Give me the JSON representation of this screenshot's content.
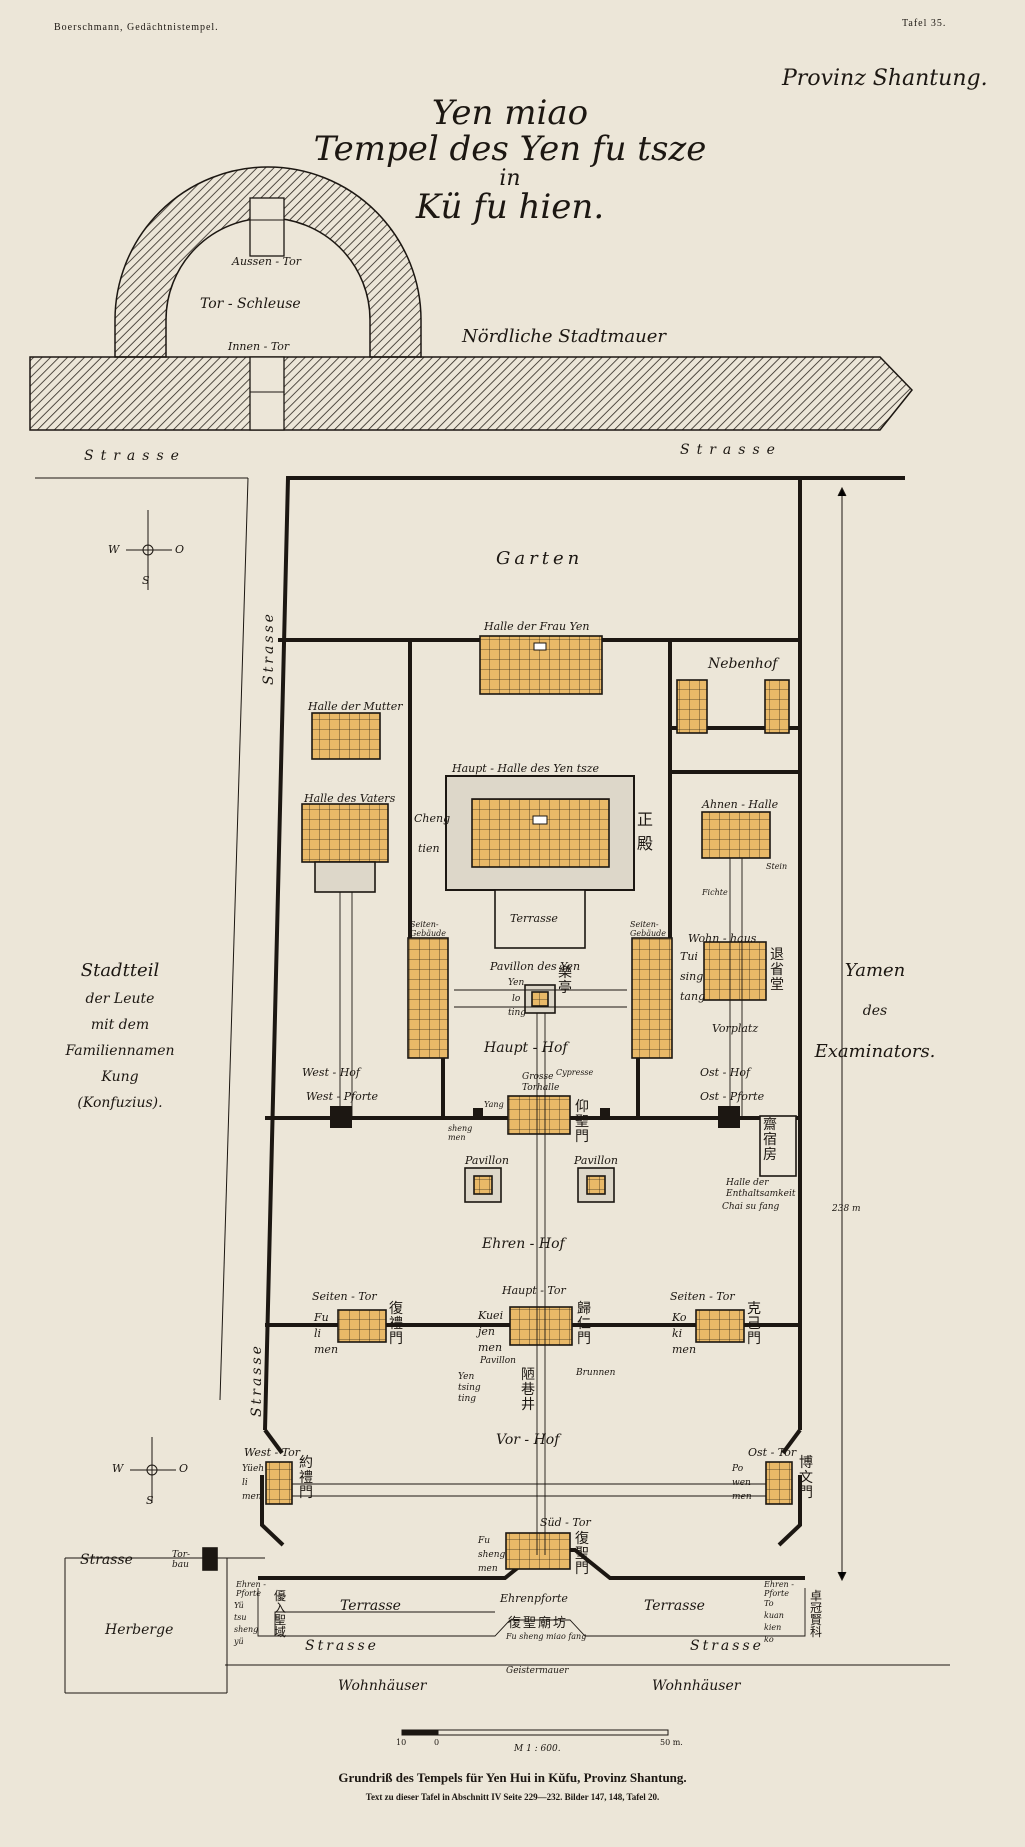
{
  "header": {
    "left": "Boerschmann, Gedächtnistempel.",
    "right": "Tafel 35."
  },
  "province": "Provinz Shantung.",
  "title": {
    "line1": "Yen miao",
    "line2": "Tempel des Yen fu tsze",
    "line3": "in",
    "line4": "Kü fu hien."
  },
  "wall": {
    "aussen_tor": "Aussen - Tor",
    "tor_schleuse": "Tor - Schleuse",
    "innen_tor": "Innen - Tor",
    "stadtmauer": "Nördliche Stadtmauer"
  },
  "streets": {
    "strasse": "Strasse"
  },
  "compass": {
    "w": "W",
    "o": "O",
    "s": "S"
  },
  "areas": {
    "garten": "Garten",
    "halle_frau_yen": "Halle der Frau Yen",
    "nebenhof": "Nebenhof",
    "halle_mutter": "Halle der Mutter",
    "halle_vaters": "Halle des Vaters",
    "haupt_halle": "Haupt - Halle des Yen tsze",
    "cheng": "Cheng",
    "tien": "tien",
    "terrasse": "Terrasse",
    "ahnen_halle": "Ahnen - Halle",
    "stein": "Stein",
    "fichte": "Fichte",
    "seiten_gebaeude": "Seiten-Gebäude",
    "pavillon_yen": "Pavillon des Yen",
    "yen": "Yen",
    "lo": "lo",
    "ting": "ting",
    "wohnhaus": "Wohn - haus",
    "tui": "Tui",
    "sing": "sing",
    "tang": "tang",
    "vorplatz": "Vorplatz",
    "haupt_hof": "Haupt - Hof",
    "west_hof": "West - Hof",
    "west_pforte": "West - Pforte",
    "grosse_torhalle": "Grosse Torhalle",
    "cypresse": "Cypresse",
    "yang": "Yang",
    "sheng_men": "sheng men",
    "ost_hof": "Ost - Hof",
    "ost_pforte": "Ost - Pforte",
    "pavillon": "Pavillon",
    "halle_enthaltsamkeit": "Halle der Enthaltsamkeit",
    "chai_su_fang": "Chai su fang",
    "ehren_hof": "Ehren - Hof",
    "haupt_tor": "Haupt - Tor",
    "seiten_tor": "Seiten - Tor",
    "fu_li_men": "Fu li men",
    "kuei_jen_men": "Kuei jen men",
    "ko_ki_men": "Ko ki men",
    "pavillon2": "Pavillon",
    "yen_tsing_ting": "Yen tsing ting",
    "brunnen": "Brunnen",
    "vor_hof": "Vor - Hof",
    "west_tor": "West - Tor",
    "yueh_li_men": "Yüeh li men",
    "ost_tor": "Ost - Tor",
    "po_wen_men": "Po wen men",
    "sued_tor": "Süd - Tor",
    "fu_sheng_men": "Fu sheng men",
    "tor_bau": "Tor-bau",
    "herberge": "Herberge",
    "ehren_pforte": "Ehren - Pforte",
    "yu_tsu_sheng_yu": "Yü tsu sheng yü",
    "to_kuan_kien_ko": "To kuan kien ko",
    "ehrenpforte_main": "Ehrenpforte",
    "fu_sheng_miao_fang": "Fu sheng miao fang",
    "geistermauer": "Geistermauer",
    "wohnhaeuser": "Wohnhäuser"
  },
  "side_labels": {
    "stadtteil": [
      "Stadtteil",
      "der Leute",
      "mit dem",
      "Familiennamen",
      "Kung",
      "(Konfuzius)."
    ],
    "yamen": [
      "Yamen",
      "des",
      "Examinators."
    ]
  },
  "cjk": {
    "zheng_dian": "正殿",
    "yue_le_ting": "樂亭",
    "tui_xing_tang": "退省堂",
    "yang_sheng_men": "仰聖門",
    "zhai_su_fang": "齋宿房",
    "gui_ren_men": "歸仁門",
    "fu_li_men": "復禮門",
    "ke_ji_men": "克己門",
    "lou_xiang_jing": "陋巷井",
    "yue_li_men": "約禮門",
    "bo_wen_men": "博文門",
    "fu_sheng_men": "復聖門",
    "you_ru_sheng_yu": "優入聖域",
    "zhuo_guan_xian_ke": "卓冠賢科",
    "fu_sheng_miao_fang": "復聖廟坊"
  },
  "scale": {
    "dimension": "238 m",
    "ticks": [
      "10",
      "0",
      "50 m."
    ],
    "ratio": "M 1 : 600."
  },
  "caption": {
    "line1": "Grundriß des Tempels für Yen Hui in Kŭfu, Provinz Shantung.",
    "line2": "Text zu dieser Tafel in Abschnitt IV Seite 229—232. Bilder 147, 148, Tafel 20."
  },
  "colors": {
    "paper": "#ece6d8",
    "ink": "#1c1712",
    "building": "#e9b968",
    "pale": "#ddd7c9"
  }
}
